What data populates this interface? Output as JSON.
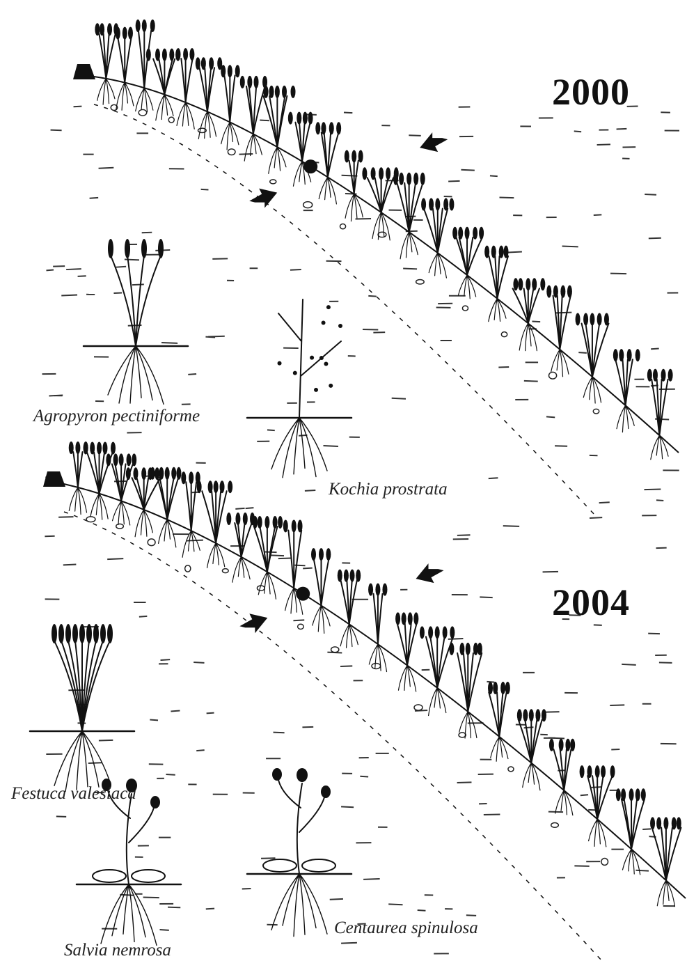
{
  "panels": [
    {
      "year": "2000"
    },
    {
      "year": "2004"
    }
  ],
  "species": [
    {
      "name": "Agropyron pectiniforme",
      "icon": "grass-tuft"
    },
    {
      "name": "Kochia prostrata",
      "icon": "shrublet"
    },
    {
      "name": "Festuca valesiaca",
      "icon": "bunchgrass"
    },
    {
      "name": "Salvia nemrosa",
      "icon": "flowering-herb"
    },
    {
      "name": "Centaurea spinulosa",
      "icon": "thistle-herb"
    }
  ],
  "colors": {
    "ink": "#111111",
    "paper": "#ffffff"
  }
}
